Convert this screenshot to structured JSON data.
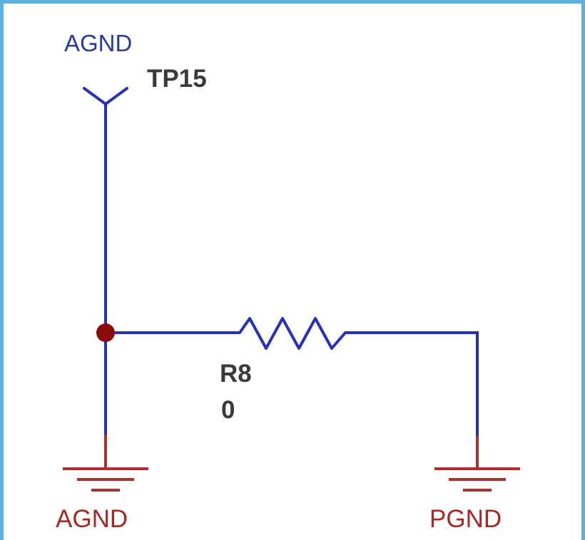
{
  "schematic": {
    "top_net_label": "AGND",
    "test_point_ref": "TP15",
    "resistor_ref": "R8",
    "resistor_value": "0",
    "ground_left_label": "AGND",
    "ground_right_label": "PGND"
  },
  "colors": {
    "wire": "#2a2fb8",
    "junction": "#8b0a0a",
    "ground_symbol": "#a83232",
    "frame_border": "#5ab0de"
  }
}
